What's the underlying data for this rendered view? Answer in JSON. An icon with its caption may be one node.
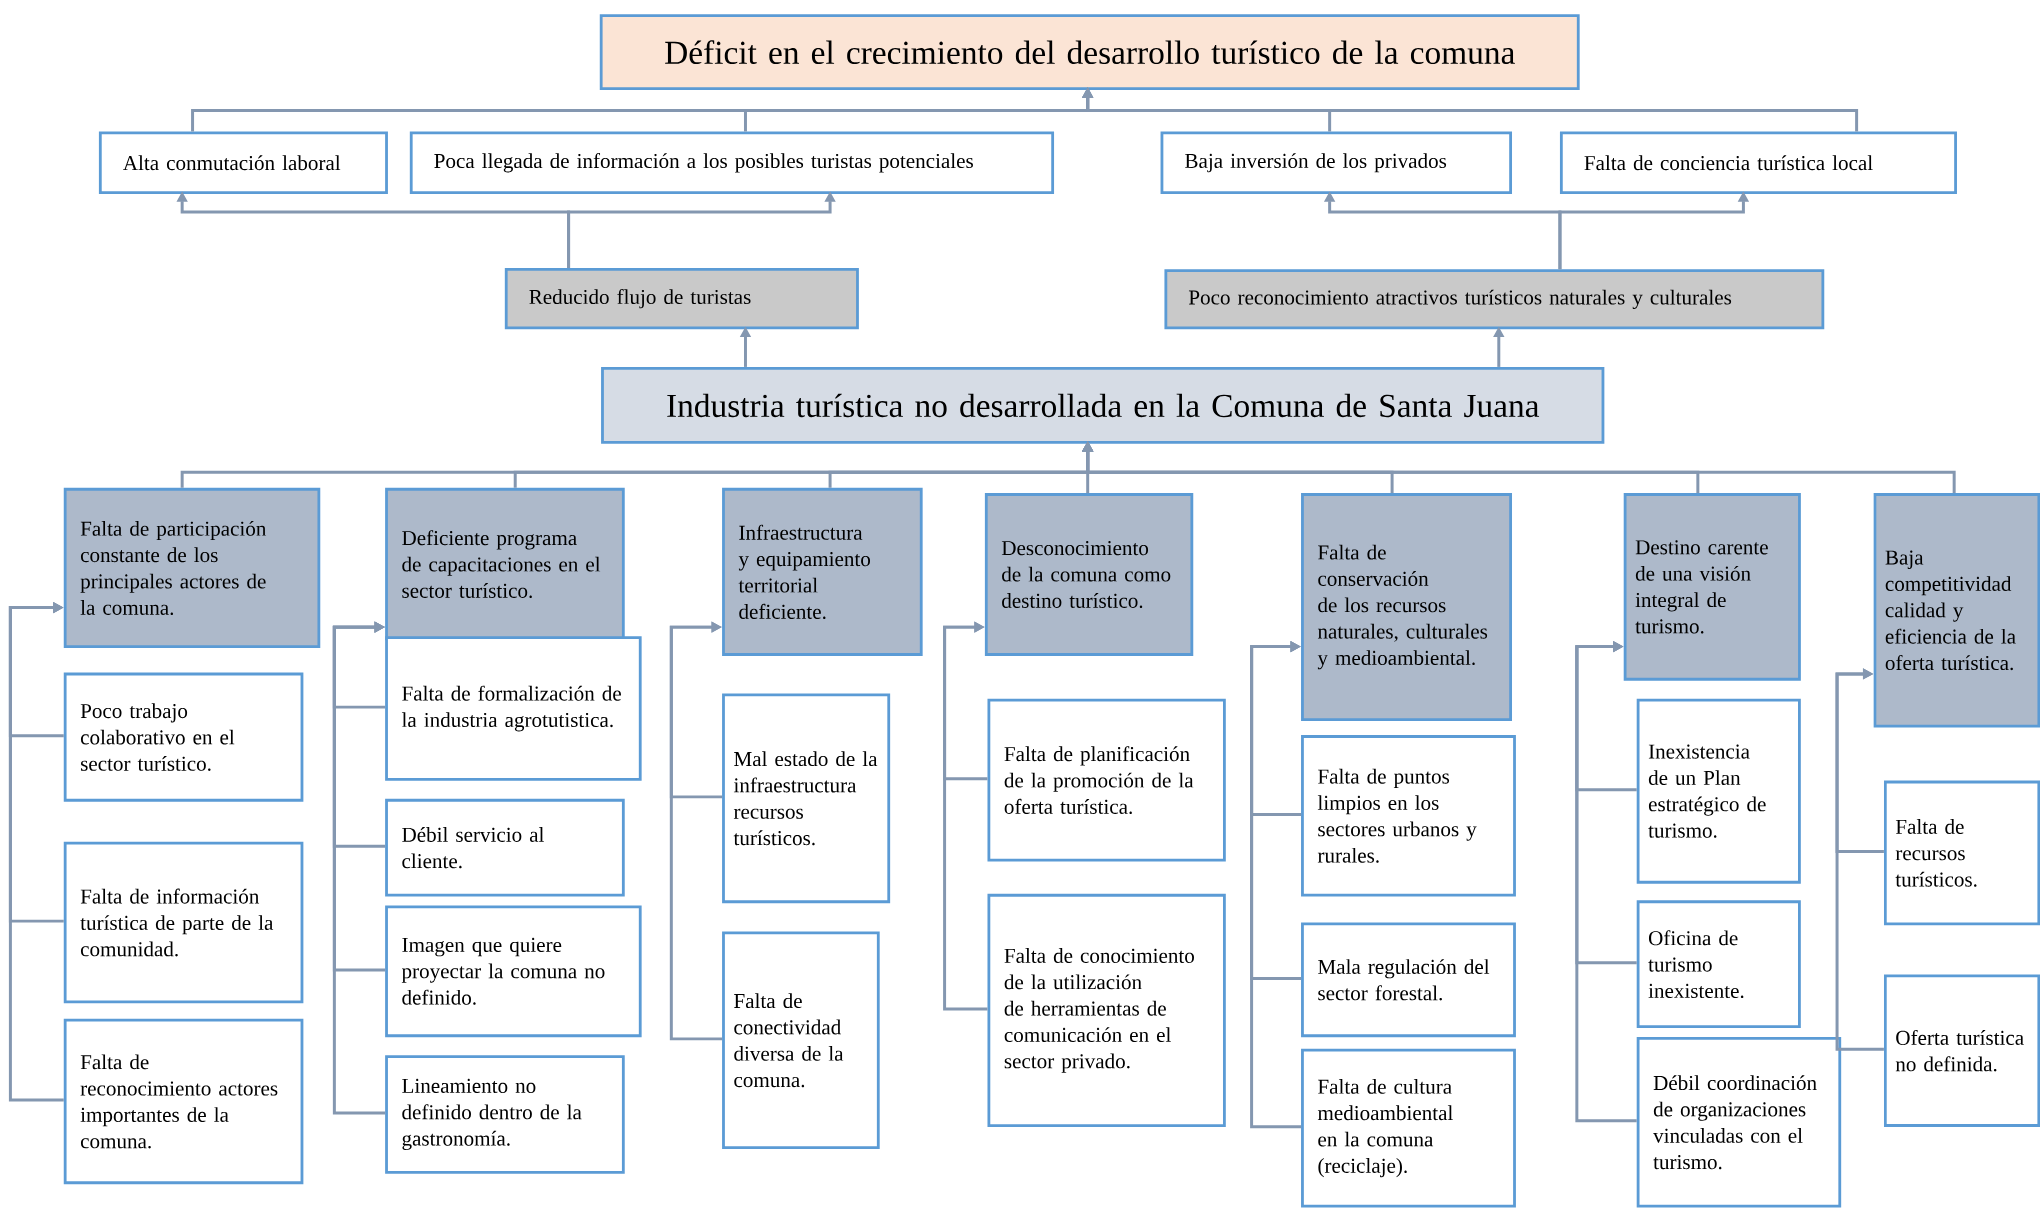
{
  "diagram": {
    "nodes": [
      {
        "text": [
          "Déficit en el crecimiento del desarrollo turístico de la comuna"
        ]
      },
      {
        "text": [
          "Alta conmutación laboral"
        ]
      },
      {
        "text": [
          "Poca llegada de información a los posibles turistas potenciales"
        ]
      },
      {
        "text": [
          "Baja inversión de los privados"
        ]
      },
      {
        "text": [
          "Falta de conciencia turística local"
        ]
      },
      {
        "text": [
          "Reducido flujo de turistas"
        ]
      },
      {
        "text": [
          "Poco reconocimiento atractivos turísticos naturales y culturales"
        ]
      },
      {
        "text": [
          "Industria turística no desarrollada en la Comuna de Santa Juana"
        ]
      },
      {
        "text": [
          "Falta de participación constante de los principales actores de la comuna."
        ]
      },
      {
        "text": [
          "Poco trabajo colaborativo en el sector turístico."
        ]
      },
      {
        "text": [
          "Falta de información turística de parte de la comunidad."
        ]
      },
      {
        "text": [
          "Falta de reconocimiento actores importantes de la comuna."
        ]
      },
      {
        "text": [
          "Deficiente programa de capacitaciones en el sector turístico."
        ]
      },
      {
        "text": [
          "Falta de formalización de la industria agrotutistica."
        ]
      },
      {
        "text": [
          "Débil servicio al cliente."
        ]
      },
      {
        "text": [
          "Imagen que quiere proyectar la comuna no definido."
        ]
      },
      {
        "text": [
          "Lineamiento no definido dentro de la gastronomía."
        ]
      },
      {
        "text": [
          "Infraestructura y equipamiento territorial deficiente."
        ]
      },
      {
        "text": [
          "Mal estado de la infraestructura recursos turísticos."
        ]
      },
      {
        "text": [
          "Falta de conectividad diversa de la comuna."
        ]
      },
      {
        "text": [
          "Desconocimiento de la comuna como destino turístico."
        ]
      },
      {
        "text": [
          "Falta de planificación de la promoción de la oferta turística."
        ]
      },
      {
        "text": [
          "Falta de conocimiento de la utilización de herramientas de comunicación en el sector privado."
        ]
      },
      {
        "text": [
          "Falta de conservación de los recursos naturales, culturales y medioambiental."
        ]
      },
      {
        "text": [
          "Falta de puntos limpios en los sectores urbanos y rurales."
        ]
      },
      {
        "text": [
          "Mala regulación del sector forestal."
        ]
      },
      {
        "text": [
          "Falta de cultura medioambiental en la comuna (reciclaje)."
        ]
      },
      {
        "text": [
          "Destino carente de una visión integral de turismo."
        ]
      },
      {
        "text": [
          "Inexistencia de un Plan estratégico de turismo."
        ]
      },
      {
        "text": [
          "Oficina de turismo inexistente."
        ]
      },
      {
        "text": [
          "Débil coordinación de organizaciones vinculadas con el turismo."
        ]
      },
      {
        "text": [
          "Baja competitividad calidad y eficiencia de la oferta turística."
        ]
      },
      {
        "text": [
          "Falta de recursos turísticos."
        ]
      },
      {
        "text": [
          "Oferta turística no definida."
        ]
      }
    ],
    "edges": [
      {
        "from": 1,
        "to": 0,
        "arrow": "to"
      },
      {
        "from": 2,
        "to": 0,
        "arrow": "to"
      },
      {
        "from": 3,
        "to": 0,
        "arrow": "to"
      },
      {
        "from": 4,
        "to": 0,
        "arrow": "to"
      },
      {
        "from": 5,
        "to": 1,
        "arrow": "to"
      },
      {
        "from": 5,
        "to": 2,
        "arrow": "to"
      },
      {
        "from": 6,
        "to": 3,
        "arrow": "to"
      },
      {
        "from": 6,
        "to": 4,
        "arrow": "to"
      },
      {
        "from": 7,
        "to": 5,
        "arrow": "to"
      },
      {
        "from": 7,
        "to": 6,
        "arrow": "to"
      },
      {
        "from": 8,
        "to": 7,
        "arrow": "to"
      },
      {
        "from": 12,
        "to": 7,
        "arrow": "to"
      },
      {
        "from": 17,
        "to": 7,
        "arrow": "to"
      },
      {
        "from": 20,
        "to": 7,
        "arrow": "to"
      },
      {
        "from": 23,
        "to": 7,
        "arrow": "to"
      },
      {
        "from": 27,
        "to": 7,
        "arrow": "to"
      },
      {
        "from": 31,
        "to": 7,
        "arrow": "to"
      },
      {
        "from": 9,
        "to": 8,
        "arrow": "to"
      },
      {
        "from": 10,
        "to": 8,
        "arrow": "to"
      },
      {
        "from": 11,
        "to": 8,
        "arrow": "to"
      },
      {
        "from": 13,
        "to": 12,
        "arrow": "to"
      },
      {
        "from": 14,
        "to": 12,
        "arrow": "to"
      },
      {
        "from": 15,
        "to": 12,
        "arrow": "to"
      },
      {
        "from": 16,
        "to": 12,
        "arrow": "to"
      },
      {
        "from": 18,
        "to": 17,
        "arrow": "to"
      },
      {
        "from": 19,
        "to": 17,
        "arrow": "to"
      },
      {
        "from": 21,
        "to": 20,
        "arrow": "to"
      },
      {
        "from": 22,
        "to": 20,
        "arrow": "to"
      },
      {
        "from": 24,
        "to": 23,
        "arrow": "to"
      },
      {
        "from": 25,
        "to": 23,
        "arrow": "to"
      },
      {
        "from": 26,
        "to": 23,
        "arrow": "to"
      },
      {
        "from": 28,
        "to": 27,
        "arrow": "to"
      },
      {
        "from": 29,
        "to": 27,
        "arrow": "to"
      },
      {
        "from": 30,
        "to": 27,
        "arrow": "to"
      },
      {
        "from": 32,
        "to": 31,
        "arrow": "to"
      },
      {
        "from": 33,
        "to": 31,
        "arrow": "to"
      }
    ]
  }
}
